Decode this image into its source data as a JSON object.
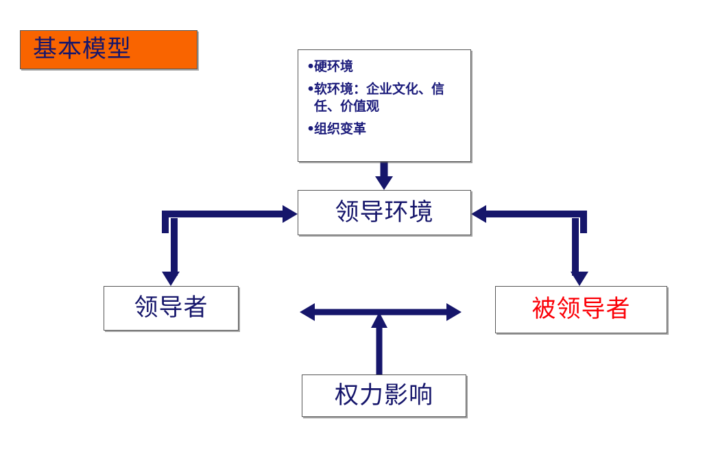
{
  "slide": {
    "title_label": "基本模型",
    "title_bg_color": "#F96400",
    "title_text_color": "#16166B",
    "navy_color": "#16166B",
    "red_color": "#FB0007",
    "box_border_color": "#555555",
    "background_color": "#FFFFFF"
  },
  "environment_factors": {
    "bullet_glyph": "•",
    "items": [
      {
        "text": "硬环境"
      },
      {
        "text": "软环境：企业文化、信任、价值观"
      },
      {
        "text": "组织变革"
      }
    ]
  },
  "nodes": {
    "environment": {
      "label": "领导环境",
      "color": "#16166B"
    },
    "leader": {
      "label": "领导者",
      "color": "#16166B"
    },
    "follower": {
      "label": "被领导者",
      "color": "#FB0007"
    },
    "power": {
      "label": "权力影响",
      "color": "#16166B"
    }
  },
  "connectors": [
    {
      "name": "factors-to-environment",
      "from": "environment_factors",
      "to": "environment",
      "style": "single-arrow-down"
    },
    {
      "name": "leader-to-environment",
      "from": "leader",
      "to": "environment",
      "style": "elbow-arrow-right"
    },
    {
      "name": "environment-to-leader",
      "from": "environment",
      "to": "leader",
      "style": "elbow-arrow-down"
    },
    {
      "name": "follower-to-environment",
      "from": "follower",
      "to": "environment",
      "style": "elbow-arrow-left"
    },
    {
      "name": "environment-to-follower",
      "from": "environment",
      "to": "follower",
      "style": "elbow-arrow-down"
    },
    {
      "name": "leader-follower-bidirectional",
      "from": "leader",
      "to": "follower",
      "style": "double-headed-arrow"
    },
    {
      "name": "power-to-relationship",
      "from": "power",
      "to": "leader-follower-bidirectional",
      "style": "single-arrow-up"
    }
  ]
}
